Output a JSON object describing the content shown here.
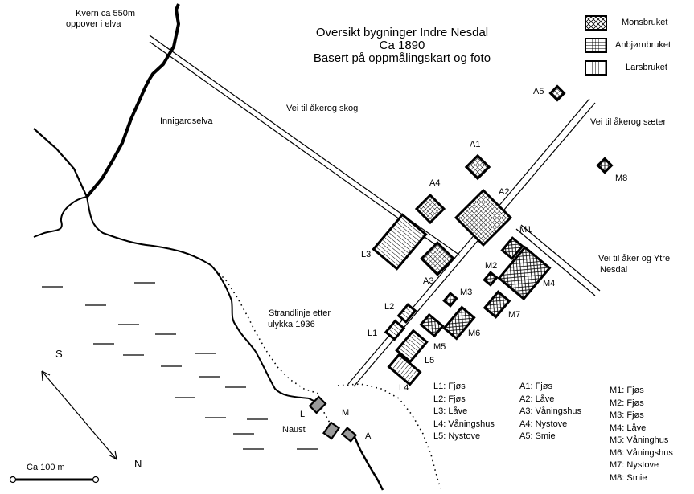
{
  "title": {
    "line1": "Oversikt bygninger Indre Nesdal",
    "line2": "Ca 1890",
    "line3": "Basert på oppmålingskart og foto"
  },
  "legend": [
    {
      "label": "Monsbruket",
      "pattern": "crosshatch-diagonal"
    },
    {
      "label": "Anbjørnbruket",
      "pattern": "grid"
    },
    {
      "label": "Larsbruket",
      "pattern": "vertical-lines"
    }
  ],
  "map_labels": {
    "kvern": "Kvern ca 550m",
    "kvern2": "oppover i elva",
    "innigardselva": "Innigardselva",
    "vei_aker_skog": "Vei til åkerog skog",
    "vei_aker_saeter": "Vei til åkerog sæter",
    "vei_ytre1": "Vei til åker og Ytre",
    "vei_ytre2": "Nesdal",
    "strandlinje1": "Strandlinje etter",
    "strandlinje2": "ulykka 1936",
    "naust": "Naust",
    "compass_s": "S",
    "compass_n": "N",
    "scale": "Ca 100 m"
  },
  "buildings": [
    {
      "code": "A1",
      "owner": "Anbjørnbruket"
    },
    {
      "code": "A2",
      "owner": "Anbjørnbruket"
    },
    {
      "code": "A3",
      "owner": "Anbjørnbruket"
    },
    {
      "code": "A4",
      "owner": "Anbjørnbruket"
    },
    {
      "code": "A5",
      "owner": "Anbjørnbruket"
    },
    {
      "code": "L1",
      "owner": "Larsbruket"
    },
    {
      "code": "L2",
      "owner": "Larsbruket"
    },
    {
      "code": "L3",
      "owner": "Larsbruket"
    },
    {
      "code": "L4",
      "owner": "Larsbruket"
    },
    {
      "code": "L5",
      "owner": "Larsbruket"
    },
    {
      "code": "M1",
      "owner": "Monsbruket"
    },
    {
      "code": "M2",
      "owner": "Monsbruket"
    },
    {
      "code": "M3",
      "owner": "Monsbruket"
    },
    {
      "code": "M4",
      "owner": "Monsbruket"
    },
    {
      "code": "M5",
      "owner": "Monsbruket"
    },
    {
      "code": "M6",
      "owner": "Monsbruket"
    },
    {
      "code": "M7",
      "owner": "Monsbruket"
    },
    {
      "code": "M8",
      "owner": "Monsbruket"
    }
  ],
  "naust_labels": {
    "l": "L",
    "m": "M",
    "a": "A"
  },
  "lists": {
    "lars": [
      "L1: Fjøs",
      "L2: Fjøs",
      "L3: Låve",
      "L4: Våningshus",
      "L5: Nystove"
    ],
    "anbjorn": [
      "A1: Fjøs",
      "A2: Låve",
      "A3: Våningshus",
      "A4: Nystove",
      "A5: Smie"
    ],
    "mons": [
      "M1: Fjøs",
      "M2: Fjøs",
      "M3: Fjøs",
      "M4: Låve",
      "M5: Våninghus",
      "M6: Våningshus",
      "M7: Nystove",
      "M8: Smie"
    ]
  },
  "colors": {
    "naust_fill": "#9a9a9a",
    "line": "#000000"
  }
}
